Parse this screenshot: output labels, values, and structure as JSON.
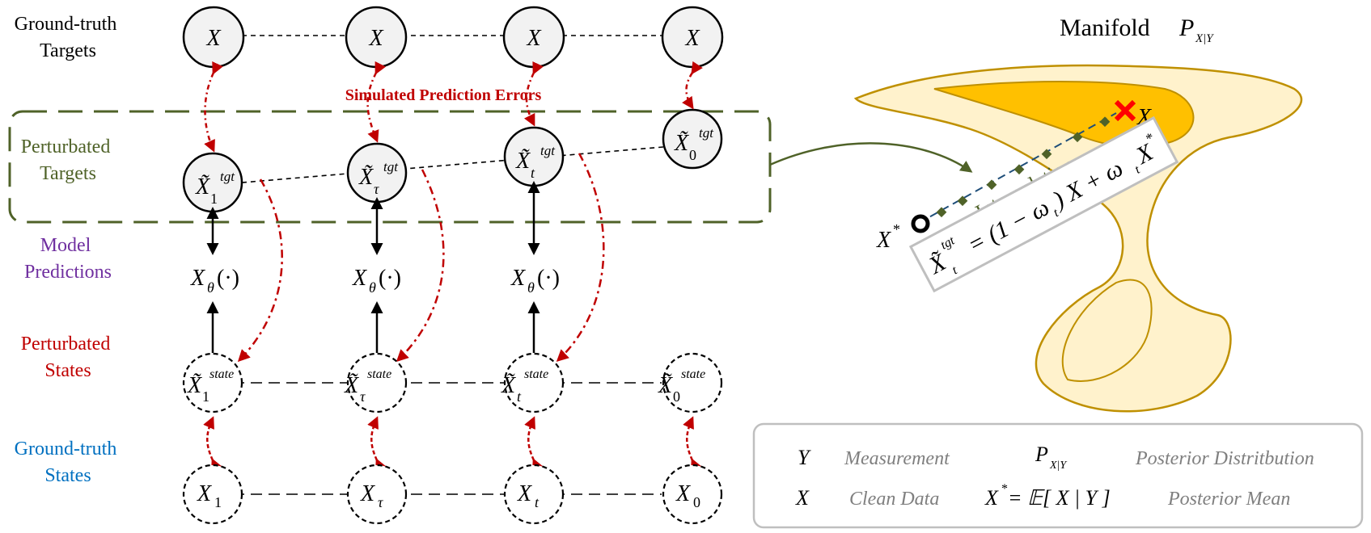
{
  "colors": {
    "ground_truth_label": "#000000",
    "perturbated_targets_label": "#4f6228",
    "model_predictions_label": "#7030a0",
    "perturbated_states_label": "#c00000",
    "ground_truth_states_label": "#0070c0",
    "error_arrow": "#c00000",
    "green_box": "#4f6228",
    "manifold_outer": "#fff2cc",
    "manifold_inner": "#ffc000",
    "manifold_border": "#bf9000",
    "node_fill": "#f2f2f2"
  },
  "row_labels": {
    "ground_truth_targets": [
      "Ground-truth",
      "Targets"
    ],
    "perturbated_targets": [
      "Perturbated",
      "Targets"
    ],
    "model_predictions": [
      "Model",
      "Predictions"
    ],
    "perturbated_states": [
      "Perturbated",
      "States"
    ],
    "ground_truth_states": [
      "Ground-truth",
      "States"
    ]
  },
  "error_label": "Simulated Prediction Errors",
  "nodes": {
    "gt_target_symbol": "X",
    "perturbated_target_subscripts": [
      "1",
      "τ",
      "t",
      "0"
    ],
    "perturbated_target_superscript": "tgt",
    "prediction": {
      "symbol": "X",
      "subscript": "θ",
      "arg": "(·)"
    },
    "perturbated_state_subscripts": [
      "1",
      "τ",
      "t",
      "0"
    ],
    "perturbated_state_superscript": "state",
    "gt_state_subscripts": [
      "1",
      "τ",
      "t",
      "0"
    ]
  },
  "manifold": {
    "title": "Manifold",
    "dist_symbol": "P",
    "dist_subscript": "X|Y",
    "endpoint_x": "X",
    "endpoint_xstar": "X",
    "endpoint_xstar_sup": "*",
    "interpolation_label": "Interpolation",
    "formula": {
      "lhs_sup": "tgt",
      "lhs_sub": "t",
      "rhs": "= (1 − ω",
      "rhs_sub1": "t",
      "rhs_mid": ") X + ω",
      "rhs_sub2": "t",
      "rhs_end": "X",
      "rhs_sup": "*"
    }
  },
  "legend": {
    "row1": {
      "symbol": "Y",
      "desc": "Measurement",
      "symbol2": "P",
      "symbol2_sub": "X|Y",
      "desc2": "Posterior Distritbution"
    },
    "row2": {
      "symbol": "X",
      "desc": "Clean Data",
      "symbol2": "X",
      "symbol2_sup": "*",
      "symbol2_rest": " = 𝔼[ X | Y ]",
      "desc2": "Posterior Mean"
    }
  }
}
